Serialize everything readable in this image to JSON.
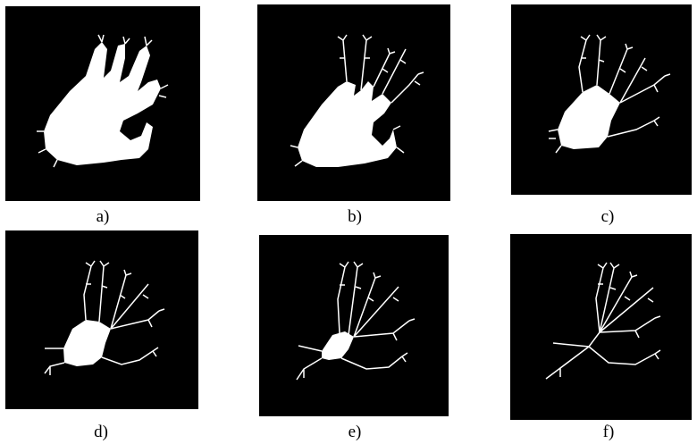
{
  "panels": [
    {
      "caption": "a)",
      "description_icon": "hand-silhouette-image"
    },
    {
      "caption": "b)",
      "description_icon": "hand-skeleton-stage-image"
    },
    {
      "caption": "c)",
      "description_icon": "hand-skeleton-stage-image"
    },
    {
      "caption": "d)",
      "description_icon": "hand-skeleton-stage-image"
    },
    {
      "caption": "e)",
      "description_icon": "hand-skeleton-stage-image"
    },
    {
      "caption": "f)",
      "description_icon": "hand-skeleton-final-image"
    }
  ],
  "colors": {
    "background": "#000000",
    "foreground": "#ffffff",
    "page": "#ffffff"
  }
}
